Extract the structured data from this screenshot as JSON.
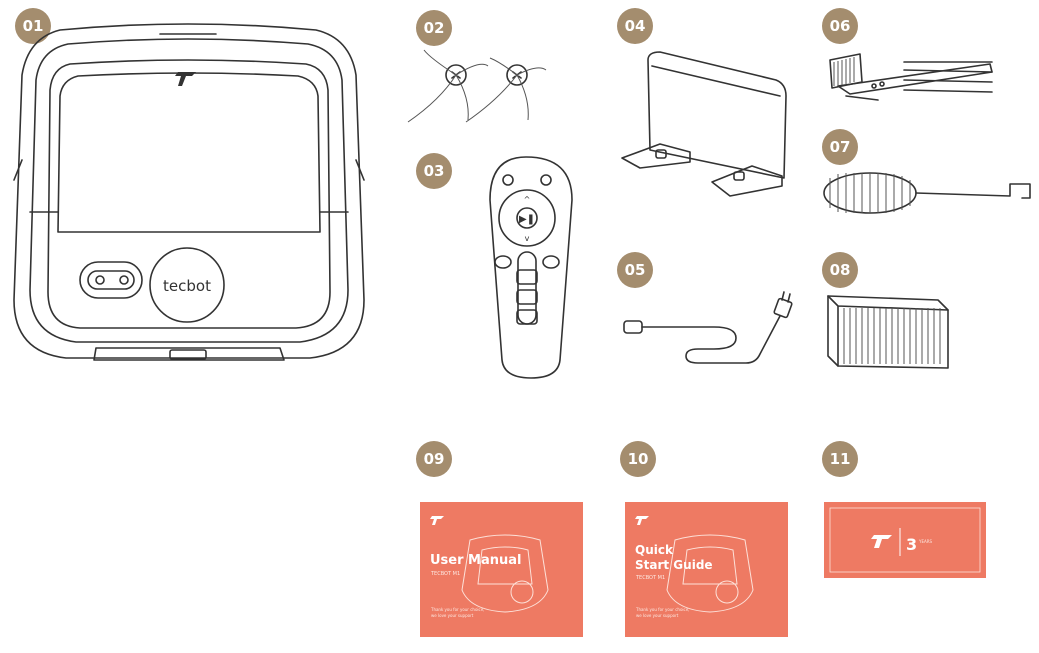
{
  "badges": [
    "01",
    "02",
    "03",
    "04",
    "05",
    "06",
    "07",
    "08",
    "09",
    "10",
    "11"
  ],
  "robot": {
    "brand": "tecbot"
  },
  "manual": {
    "title": "User Manual",
    "model": "TECBOT M1",
    "footer_line1": "Thank you for your choice,",
    "footer_line2": "we love your support"
  },
  "guide": {
    "title_line1": "Quick",
    "title_line2": "Start Guide",
    "model": "TECBOT M1",
    "footer_line1": "Thank you for your choice,",
    "footer_line2": "we love your support"
  },
  "warranty": {
    "years": "3",
    "label": "YEARS"
  },
  "colors": {
    "badge": "#a48d6e",
    "card": "#ee7a63",
    "line": "#333333"
  }
}
